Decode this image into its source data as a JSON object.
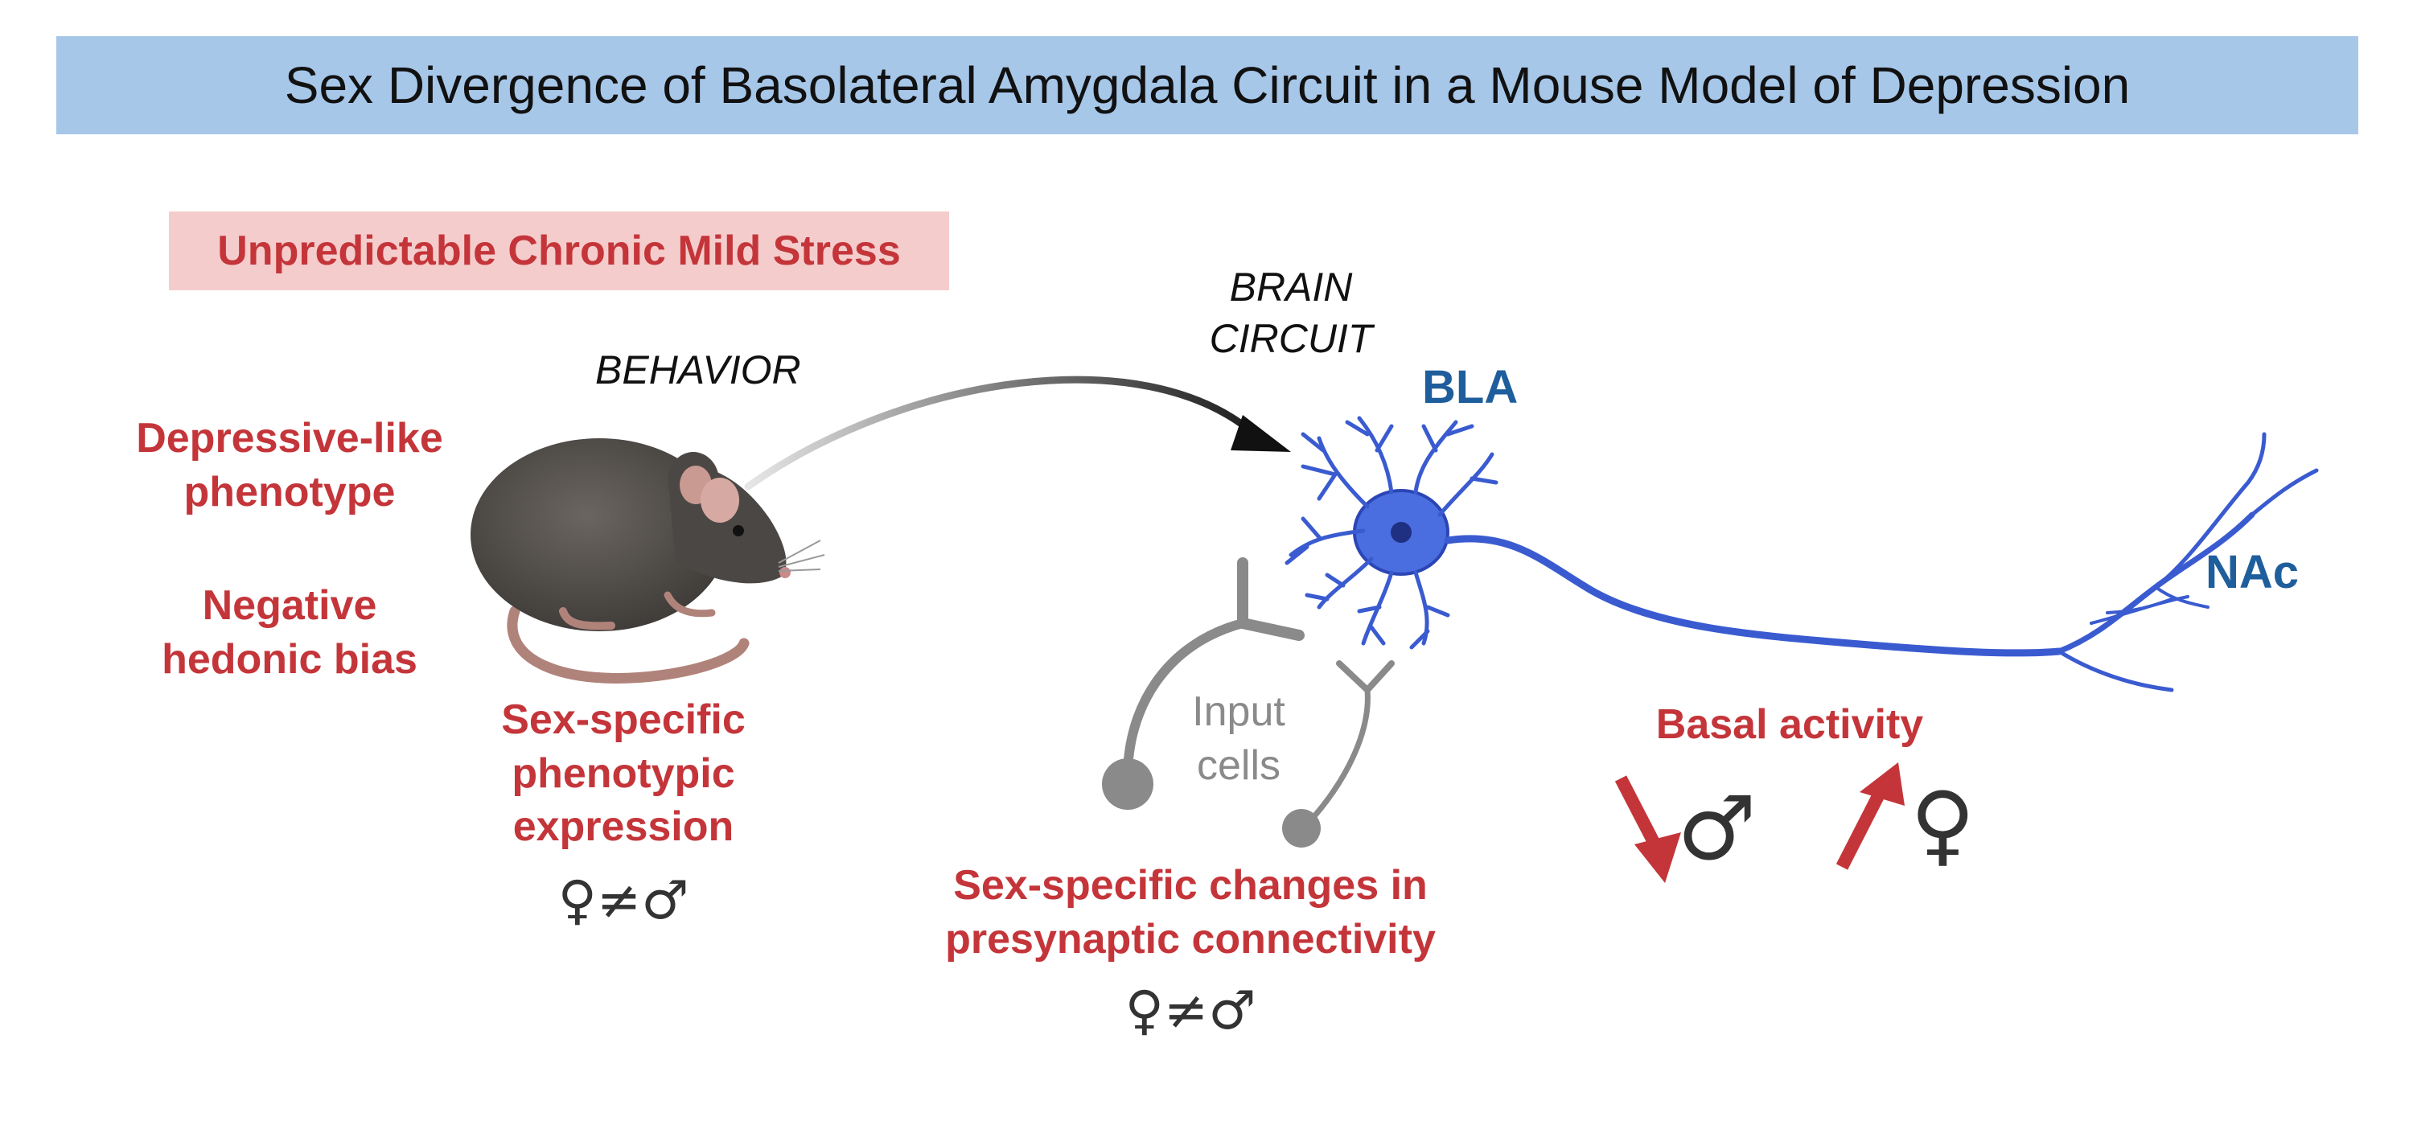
{
  "title": "Sex Divergence of Basolateral Amygdala Circuit in a Mouse Model of Depression",
  "stress_label": "Unpredictable Chronic Mild Stress",
  "behavior_label": "BEHAVIOR",
  "brain_circuit_label": [
    "BRAIN",
    "CIRCUIT"
  ],
  "phenotype_label": [
    "Depressive-like",
    "phenotype"
  ],
  "hedonic_label": [
    "Negative",
    "hedonic bias"
  ],
  "sex_expression_label": [
    "Sex-specific",
    "phenotypic",
    "expression"
  ],
  "inequality_symbol": "♀≠♂",
  "bla_label": "BLA",
  "nac_label": "NAc",
  "input_cells_label": [
    "Input",
    "cells"
  ],
  "presynaptic_label": [
    "Sex-specific changes in",
    "presynaptic connectivity"
  ],
  "basal_activity_label": "Basal activity",
  "male_symbol": "♂",
  "female_symbol": "♀",
  "colors": {
    "title_bg": "#a7c7e9",
    "stress_bg": "#f5cccc",
    "accent_red": "#c4353a",
    "neuron_blue": "#3a5bd0",
    "label_blue": "#1f5e9c",
    "gray": "#8a8a8a"
  }
}
